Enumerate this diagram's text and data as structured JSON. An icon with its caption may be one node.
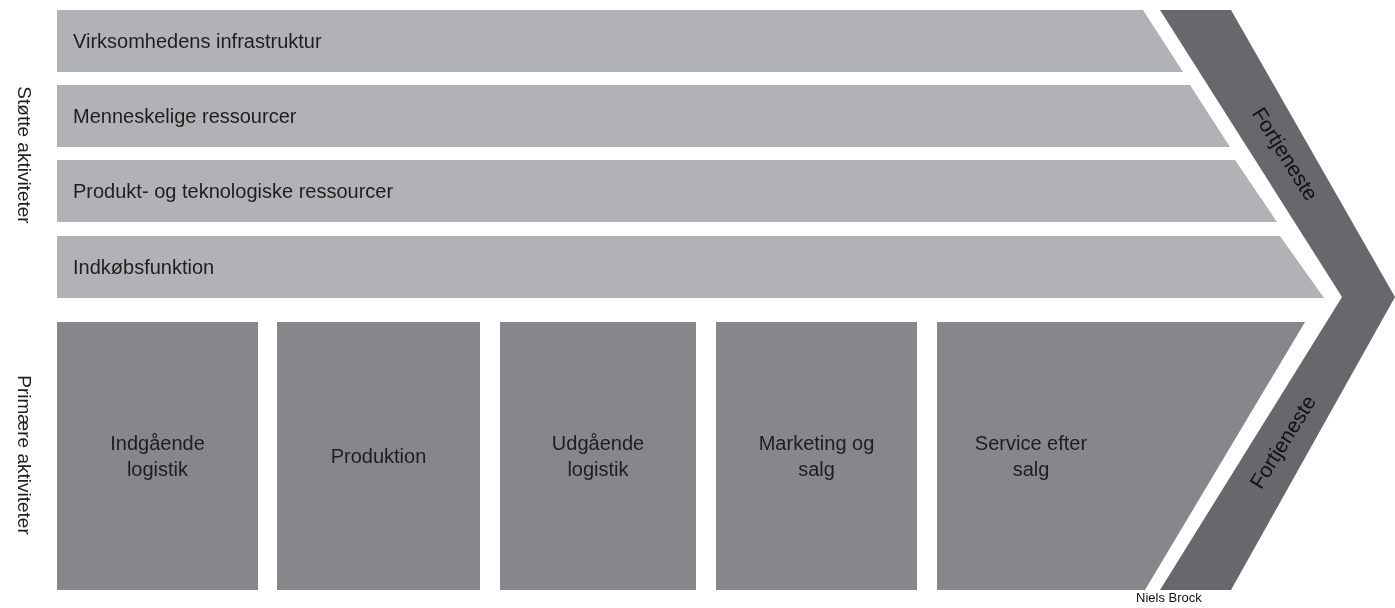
{
  "diagram": {
    "nodes": [
      {
        "text": [
          "Virksomhedens infrastruktur"
        ]
      },
      {
        "text": [
          "Menneskelige ressourcer"
        ]
      },
      {
        "text": [
          "Produkt- og teknologiske ressourcer"
        ]
      },
      {
        "text": [
          "Indkøbsfunktion"
        ]
      },
      {
        "text": [
          "Indgående logistik"
        ]
      },
      {
        "text": [
          "Produktion"
        ]
      },
      {
        "text": [
          "Udgående logistik"
        ]
      },
      {
        "text": [
          "Marketing og salg"
        ]
      },
      {
        "text": [
          "Service efter salg"
        ]
      },
      {
        "text": [
          "Fortjeneste",
          "Fortjeneste"
        ]
      }
    ],
    "labels": [
      "Støtte aktiviteter",
      "Primære aktiviteter",
      "Niels Brock"
    ]
  }
}
